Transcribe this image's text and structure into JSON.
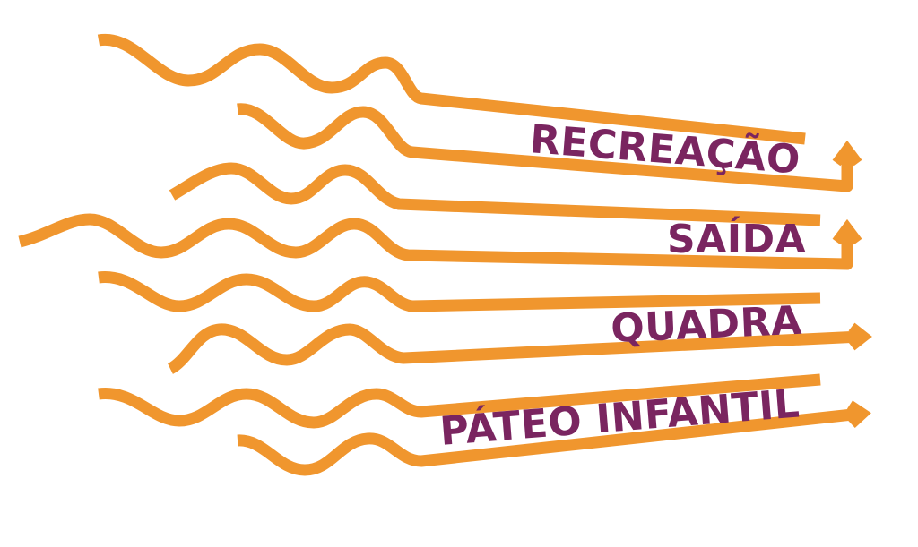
{
  "colors": {
    "path": "#F0962E",
    "label": "#7A2560",
    "background": "#FFFFFF"
  },
  "destinations": [
    {
      "label": "RECREAÇÃO",
      "arrow": "up"
    },
    {
      "label": "SAÍDA",
      "arrow": "up"
    },
    {
      "label": "QUADRA",
      "arrow": "right"
    },
    {
      "label": "PÁTEO INFANTIL",
      "arrow": "right"
    }
  ]
}
